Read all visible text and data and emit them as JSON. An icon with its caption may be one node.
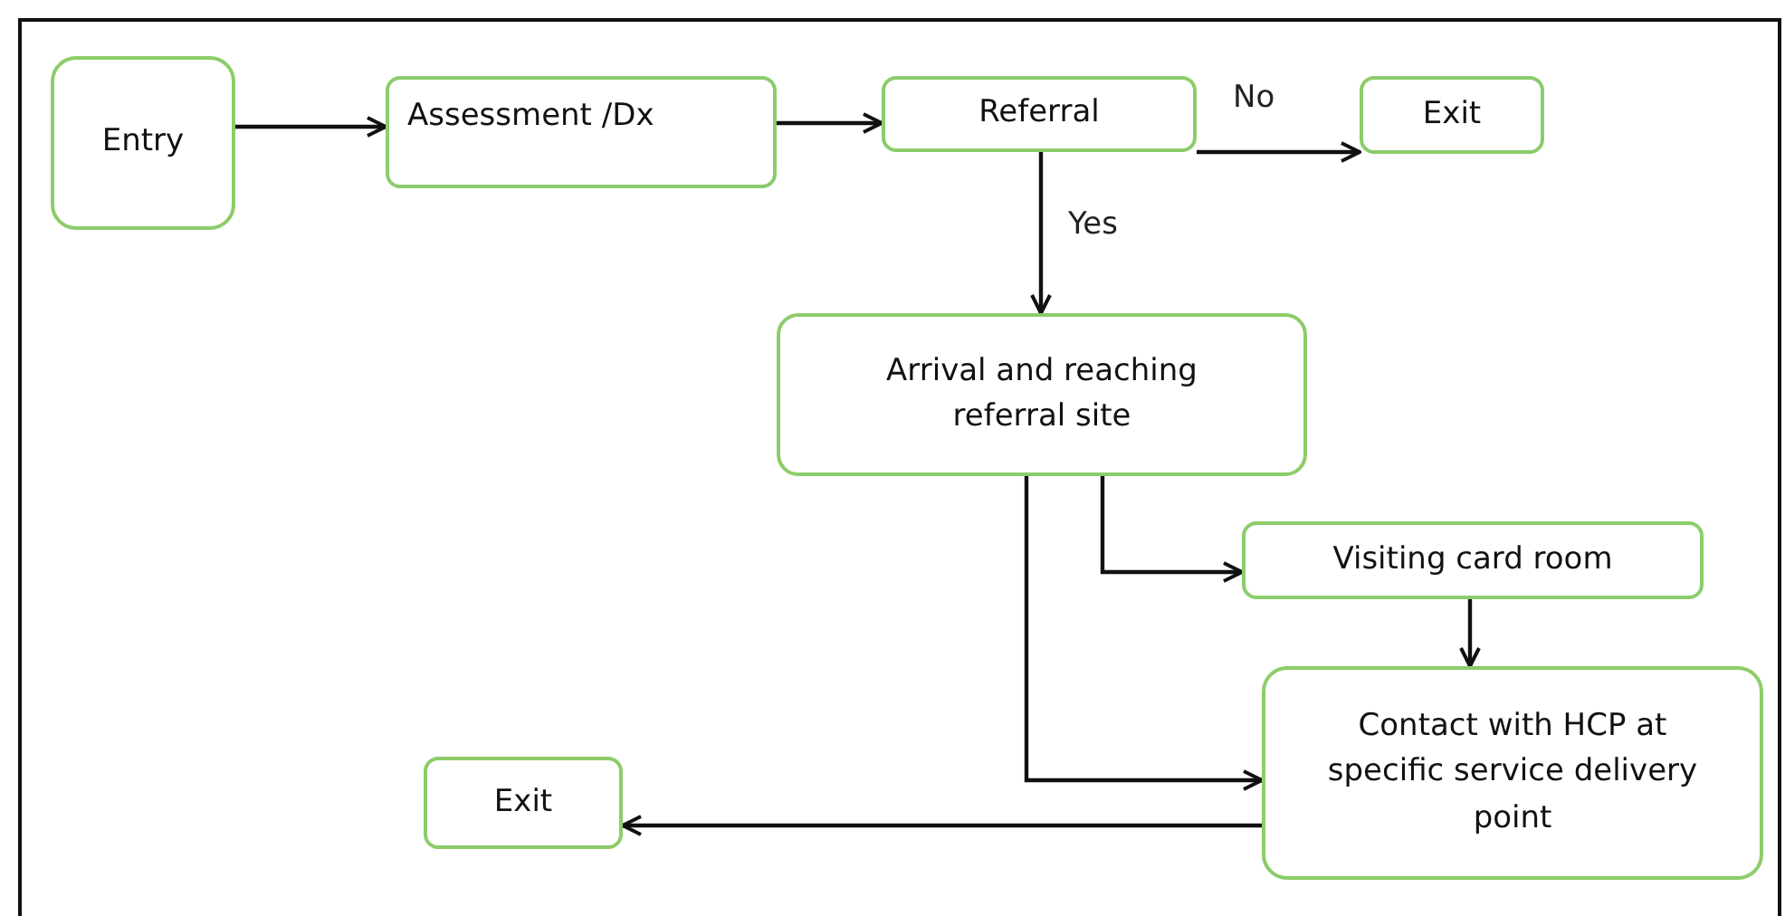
{
  "diagram": {
    "nodes": [
      {
        "text": [
          "Entry"
        ]
      },
      {
        "text": [
          "Assessment /Dx"
        ]
      },
      {
        "text": [
          "Referral"
        ]
      },
      {
        "text": [
          "Exit"
        ]
      },
      {
        "text": [
          "Arrival and reaching referral site"
        ]
      },
      {
        "text": [
          "Visiting card room"
        ]
      },
      {
        "text": [
          "Contact with HCP at specific service delivery point"
        ]
      },
      {
        "text": [
          "Exit"
        ]
      }
    ],
    "edges": [
      {
        "from": 0,
        "to": 1,
        "arrow": "to"
      },
      {
        "from": 1,
        "to": 2,
        "arrow": "to"
      },
      {
        "from": 2,
        "to": 3,
        "arrow": "to",
        "label": "No"
      },
      {
        "from": 2,
        "to": 4,
        "arrow": "to",
        "label": "Yes"
      },
      {
        "from": 4,
        "to": 5,
        "arrow": "to"
      },
      {
        "from": 4,
        "to": 6,
        "arrow": "to"
      },
      {
        "from": 5,
        "to": 6,
        "arrow": "to"
      },
      {
        "from": 6,
        "to": 7,
        "arrow": "to"
      }
    ]
  }
}
